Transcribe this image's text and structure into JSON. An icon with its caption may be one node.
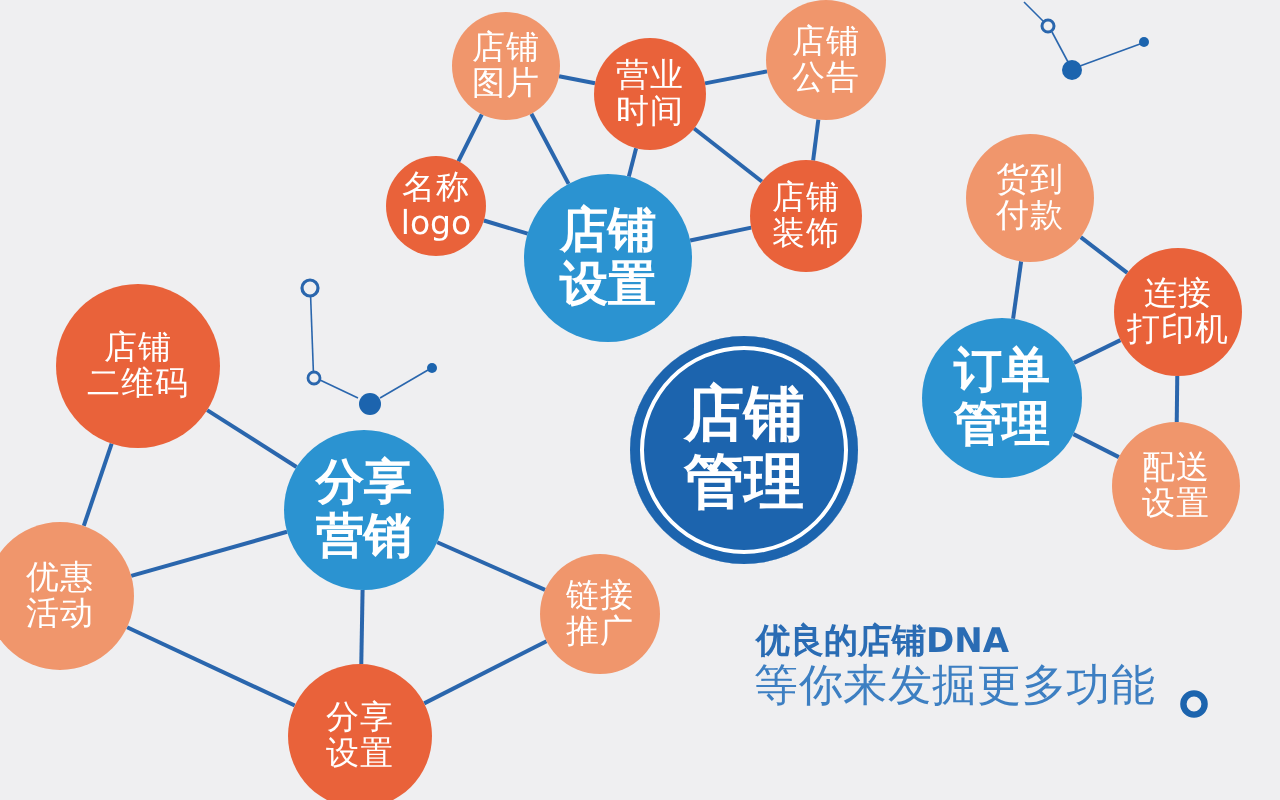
{
  "diagram": {
    "nodes": [
      {
        "text": [
          "店铺管理"
        ]
      },
      {
        "text": [
          "店铺设置"
        ]
      },
      {
        "text": [
          "店铺图片"
        ]
      },
      {
        "text": [
          "营业时间"
        ]
      },
      {
        "text": [
          "店铺公告"
        ]
      },
      {
        "text": [
          "名称logo"
        ]
      },
      {
        "text": [
          "店铺装饰"
        ]
      },
      {
        "text": [
          "订单管理"
        ]
      },
      {
        "text": [
          "货到付款"
        ]
      },
      {
        "text": [
          "连接打印机"
        ]
      },
      {
        "text": [
          "配送设置"
        ]
      },
      {
        "text": [
          "分享营销"
        ]
      },
      {
        "text": [
          "店铺二维码"
        ]
      },
      {
        "text": [
          "优惠活动"
        ]
      },
      {
        "text": [
          "分享设置"
        ]
      },
      {
        "text": [
          "链接推广"
        ]
      }
    ],
    "edges": [
      {
        "from": 2,
        "to": 3,
        "arrow": "none"
      },
      {
        "from": 3,
        "to": 4,
        "arrow": "none"
      },
      {
        "from": 2,
        "to": 5,
        "arrow": "none"
      },
      {
        "from": 2,
        "to": 1,
        "arrow": "none"
      },
      {
        "from": 3,
        "to": 1,
        "arrow": "none"
      },
      {
        "from": 3,
        "to": 6,
        "arrow": "none"
      },
      {
        "from": 4,
        "to": 6,
        "arrow": "none"
      },
      {
        "from": 5,
        "to": 1,
        "arrow": "none"
      },
      {
        "from": 1,
        "to": 6,
        "arrow": "none"
      },
      {
        "from": 8,
        "to": 7,
        "arrow": "none"
      },
      {
        "from": 8,
        "to": 9,
        "arrow": "none"
      },
      {
        "from": 9,
        "to": 7,
        "arrow": "none"
      },
      {
        "from": 9,
        "to": 10,
        "arrow": "none"
      },
      {
        "from": 7,
        "to": 10,
        "arrow": "none"
      },
      {
        "from": 12,
        "to": 11,
        "arrow": "none"
      },
      {
        "from": 12,
        "to": 13,
        "arrow": "none"
      },
      {
        "from": 13,
        "to": 11,
        "arrow": "none"
      },
      {
        "from": 13,
        "to": 14,
        "arrow": "none"
      },
      {
        "from": 11,
        "to": 14,
        "arrow": "none"
      },
      {
        "from": 11,
        "to": 15,
        "arrow": "none"
      },
      {
        "from": 15,
        "to": 14,
        "arrow": "none"
      }
    ],
    "labels": [
      "优良的店铺DNA",
      "等你来发掘更多功能"
    ]
  }
}
